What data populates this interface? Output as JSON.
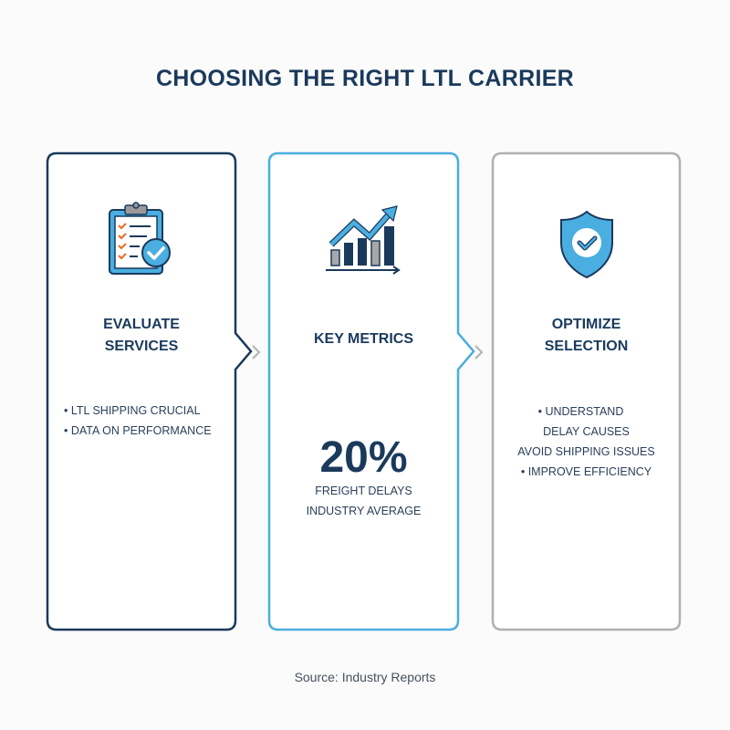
{
  "title": "CHOOSING THE RIGHT LTL CARRIER",
  "colors": {
    "navy": "#1a3a5c",
    "sky": "#4aaee0",
    "gray": "#b0b0b0",
    "orange": "#e8712e"
  },
  "cards": [
    {
      "icon": "clipboard-checklist-icon",
      "heading_line1": "EVALUATE",
      "heading_line2": "SERVICES",
      "bullets": [
        "• LTL SHIPPING CRUCIAL",
        "• DATA ON PERFORMANCE"
      ],
      "border_color": "#1a3a5c"
    },
    {
      "icon": "bar-chart-trend-up-icon",
      "heading_line1": "KEY METRICS",
      "stat_value": "20%",
      "stat_label_1": "FREIGHT DELAYS",
      "stat_label_2": "INDUSTRY AVERAGE",
      "border_color": "#4aaee0"
    },
    {
      "icon": "shield-check-icon",
      "heading_line1": "OPTIMIZE",
      "heading_line2": "SELECTION",
      "bullets": [
        "• UNDERSTAND",
        "DELAY CAUSES",
        "AVOID SHIPPING ISSUES",
        "• IMPROVE EFFICIENCY"
      ],
      "border_color": "#b0b0b0"
    }
  ],
  "connectors": [
    "chevron-right-icon",
    "chevron-right-icon"
  ],
  "source": "Source: Industry Reports"
}
